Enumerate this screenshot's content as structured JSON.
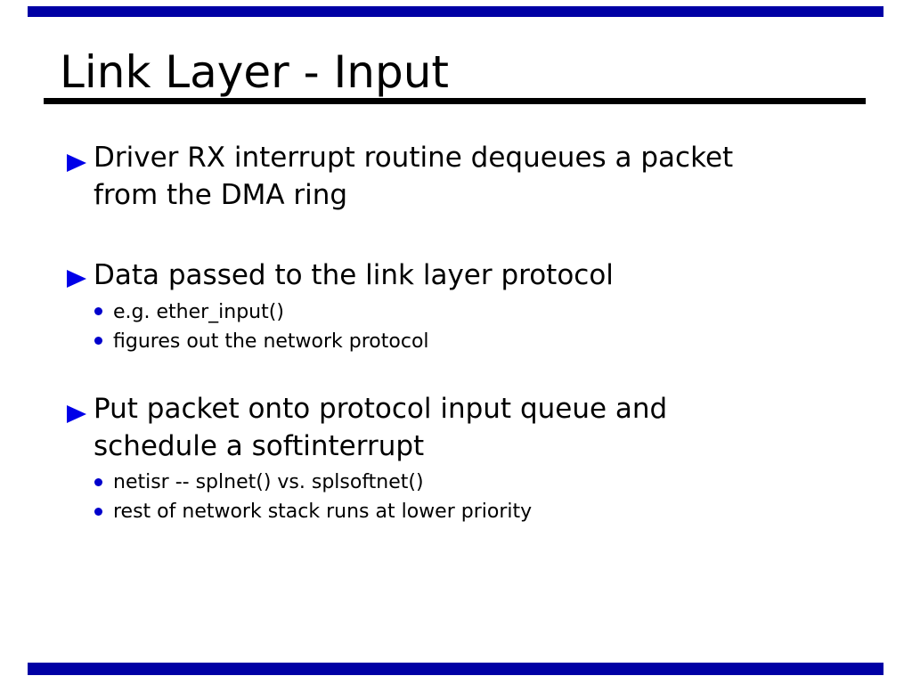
{
  "slide": {
    "title": "Link Layer - Input",
    "bullets": [
      {
        "lines": [
          "Driver RX interrupt routine dequeues a packet",
          "from the DMA ring"
        ],
        "subs": []
      },
      {
        "lines": [
          "Data passed to the link layer protocol"
        ],
        "subs": [
          "e.g. ether_input()",
          "figures out the network protocol"
        ]
      },
      {
        "lines": [
          "Put packet onto protocol input queue and",
          "schedule a softinterrupt"
        ],
        "subs": [
          "netisr -- splnet() vs. splsoftnet()",
          "rest of network stack runs at lower priority"
        ]
      }
    ],
    "colors": {
      "background": "#ffffff",
      "text": "#000000",
      "rule": "#000000",
      "bar": "#0000a5",
      "triangle": "#0000e8",
      "dot": "#0000cc"
    }
  }
}
